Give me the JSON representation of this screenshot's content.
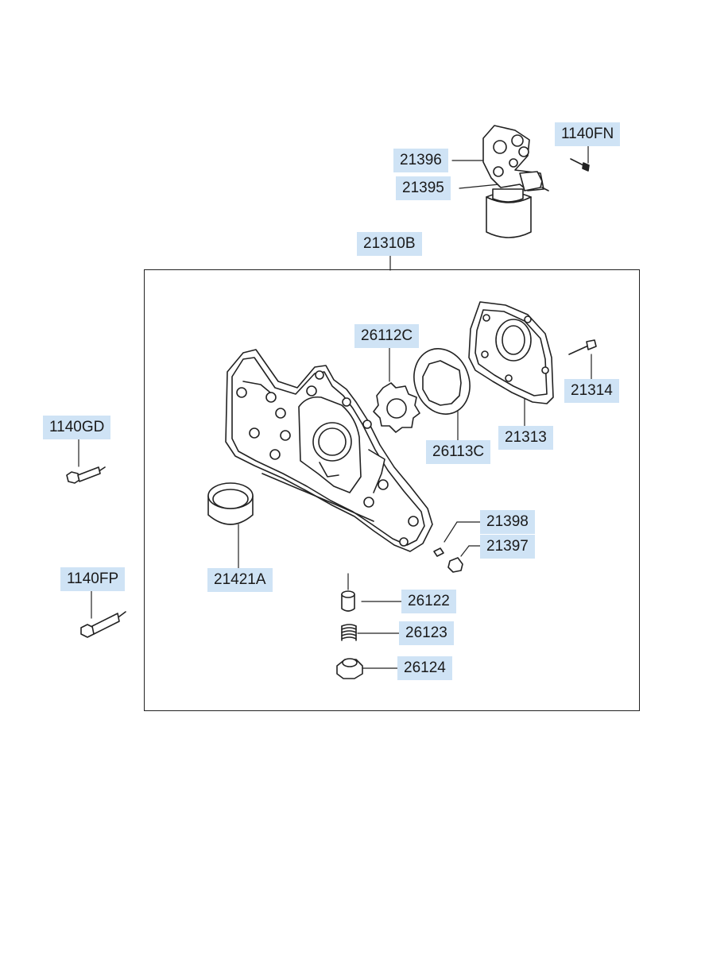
{
  "colors": {
    "label_bg": "#cfe3f5",
    "line": "#222222",
    "part_fill": "#ffffff"
  },
  "labels": {
    "p1140FN": "1140FN",
    "p21396": "21396",
    "p21395": "21395",
    "p21310B": "21310B",
    "p26112C": "26112C",
    "p21314": "21314",
    "p21313": "21313",
    "p26113C": "26113C",
    "p1140GD": "1140GD",
    "p21398": "21398",
    "p21397": "21397",
    "p1140FP": "1140FP",
    "p21421A": "21421A",
    "p26122": "26122",
    "p26123": "26123",
    "p26124": "26124"
  },
  "icons": [
    "oil-filter-assembly-icon",
    "bolt-icon",
    "oil-pump-case-icon",
    "inner-rotor-icon",
    "outer-rotor-icon",
    "cover-gasket-icon",
    "screw-icon",
    "oil-seal-icon",
    "plug-icon",
    "washer-icon",
    "plunger-icon",
    "spring-icon",
    "nut-plug-icon"
  ]
}
